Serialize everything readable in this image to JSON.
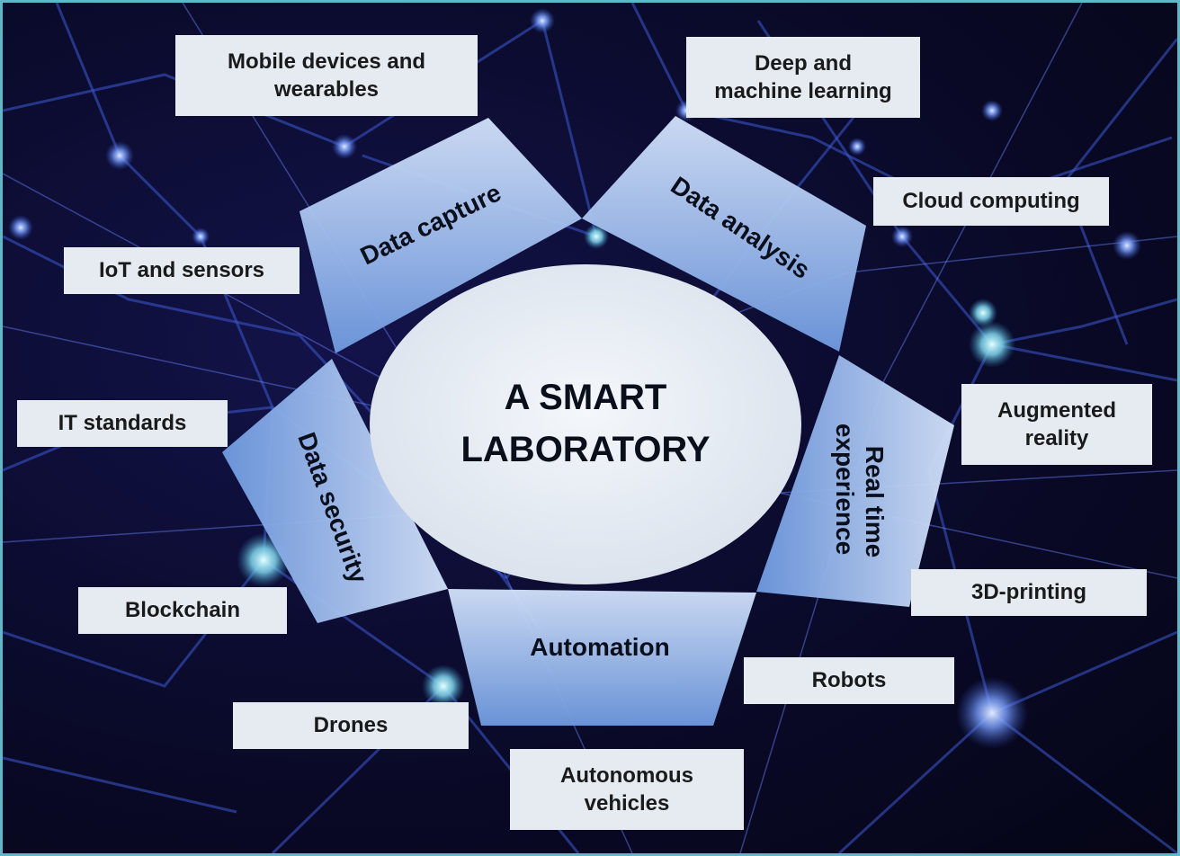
{
  "center": {
    "title_line1": "A SMART",
    "title_line2": "LABORATORY"
  },
  "segments": {
    "data_capture": "Data capture",
    "data_analysis": "Data analysis",
    "real_time_line1": "Real time",
    "real_time_line2": "experience",
    "automation": "Automation",
    "data_security": "Data security"
  },
  "technologies": {
    "mobile_line1": "Mobile devices and",
    "mobile_line2": "wearables",
    "deep_line1": "Deep and",
    "deep_line2": "machine learning",
    "cloud": "Cloud computing",
    "iot": "IoT and sensors",
    "augmented_line1": "Augmented",
    "augmented_line2": "reality",
    "it_standards": "IT standards",
    "printing_3d": "3D-printing",
    "blockchain": "Blockchain",
    "robots": "Robots",
    "drones": "Drones",
    "autonomous_line1": "Autonomous",
    "autonomous_line2": "vehicles"
  },
  "colors": {
    "background": "#0a0a2a",
    "network_lines": "#3c5ad2",
    "segment_fill": "#7fa8e8",
    "center_fill": "#e8edf5",
    "box_fill": "#e6ebf2",
    "border": "#5fb8c8"
  }
}
